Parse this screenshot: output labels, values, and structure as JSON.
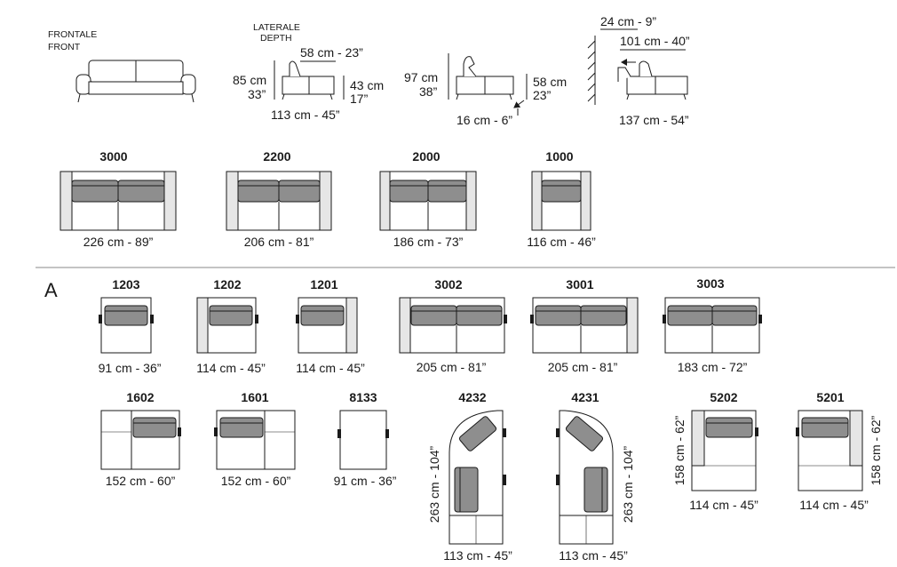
{
  "views": {
    "front": {
      "label1": "FRONTALE",
      "label2": "FRONT"
    },
    "side": {
      "label1": "LATERALE",
      "label2": "DEPTH",
      "seat_depth": "58 cm - 23”",
      "height_cm": "85 cm",
      "height_in": "33”",
      "seat_h_cm": "43 cm",
      "seat_h_in": "17”",
      "depth": "113 cm - 45”"
    },
    "recline": {
      "height_cm": "97 cm",
      "height_in": "38”",
      "seat_cm": "58 cm",
      "seat_in": "23”",
      "leg": "16 cm - 6”"
    },
    "wall": {
      "gap": "24 cm - 9”",
      "extension": "101 cm - 40”",
      "depth": "137 cm - 54”"
    }
  },
  "row1": [
    {
      "code": "3000",
      "dim": "226 cm - 89”"
    },
    {
      "code": "2200",
      "dim": "206 cm - 81”"
    },
    {
      "code": "2000",
      "dim": "186 cm - 73”"
    },
    {
      "code": "1000",
      "dim": "116 cm - 46”"
    }
  ],
  "section": {
    "letter": "A"
  },
  "row2": [
    {
      "code": "1203",
      "dim": "91 cm - 36”"
    },
    {
      "code": "1202",
      "dim": "114 cm - 45”"
    },
    {
      "code": "1201",
      "dim": "114 cm - 45”"
    },
    {
      "code": "3002",
      "dim": "205 cm - 81”"
    },
    {
      "code": "3001",
      "dim": "205 cm - 81”"
    },
    {
      "code": "3003",
      "dim": "183 cm - 72”"
    }
  ],
  "row3": [
    {
      "code": "1602",
      "dim": "152 cm - 60”"
    },
    {
      "code": "1601",
      "dim": "152 cm - 60”"
    },
    {
      "code": "8133",
      "dim": "91 cm - 36”"
    },
    {
      "code": "4232",
      "dim": "113 cm - 45”",
      "side": "263 cm - 104”"
    },
    {
      "code": "4231",
      "dim": "113 cm - 45”",
      "side": "263 cm - 104”"
    },
    {
      "code": "5202",
      "dim": "114 cm - 45”",
      "side": "158 cm - 62”"
    },
    {
      "code": "5201",
      "dim": "114 cm - 45”",
      "side": "158 cm - 62”"
    }
  ],
  "colors": {
    "line": "#1a1a1a",
    "cushion": "#8e8e8e",
    "arm": "#e6e6e6",
    "body": "#ffffff"
  }
}
